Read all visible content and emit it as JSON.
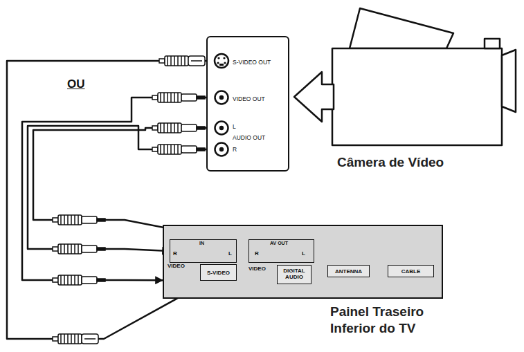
{
  "diagram": {
    "nodes": [
      {
        "text": [
          "S-VIDEO OUT",
          "VIDEO OUT",
          "L",
          "AUDIO OUT",
          "R"
        ]
      },
      {
        "text": [
          "Painel Traseiro Inferior do TV",
          "VIDEO",
          "VIDEO"
        ]
      },
      {
        "text": [
          "IN",
          "R",
          "L"
        ],
        "in": 1
      },
      {
        "text": [
          "S-VIDEO"
        ],
        "in": 1
      },
      {
        "text": [
          "AV OUT",
          "R",
          "L"
        ],
        "in": 1
      },
      {
        "text": [
          "DIGITAL AUDIO"
        ],
        "in": 1
      },
      {
        "text": [
          "ANTENNA"
        ],
        "in": 1
      },
      {
        "text": [
          "CABLE"
        ],
        "in": 1
      }
    ],
    "edges": [
      {
        "from": 0,
        "to": 3,
        "arrow": "to"
      },
      {
        "from": 0,
        "to": 2,
        "arrow": "to"
      },
      {
        "from": 0,
        "to": 2,
        "arrow": "to"
      },
      {
        "from": 0,
        "to": 1,
        "arrow": "to"
      }
    ],
    "labels": [
      "OU",
      "Câmera de Vídeo"
    ]
  }
}
